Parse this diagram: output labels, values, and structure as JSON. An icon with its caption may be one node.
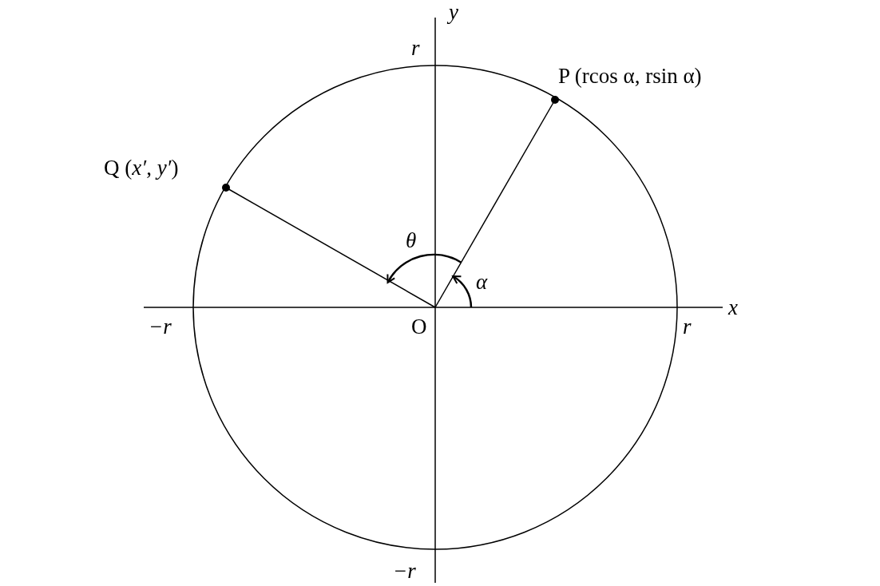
{
  "diagram": {
    "nodes": [
      {
        "text": [
          "O"
        ]
      },
      {
        "text": [
          "P (rcos α, rsin α)"
        ]
      },
      {
        "text": [
          "Q (*x′*, *y′*)"
        ]
      }
    ],
    "edges": [
      {
        "from": 0,
        "to": 1,
        "arrow": "none"
      },
      {
        "from": 0,
        "to": 2,
        "arrow": "none"
      }
    ],
    "labels": [
      "y",
      "r",
      "x",
      "r",
      "−r",
      "−r",
      "θ",
      "α"
    ]
  }
}
